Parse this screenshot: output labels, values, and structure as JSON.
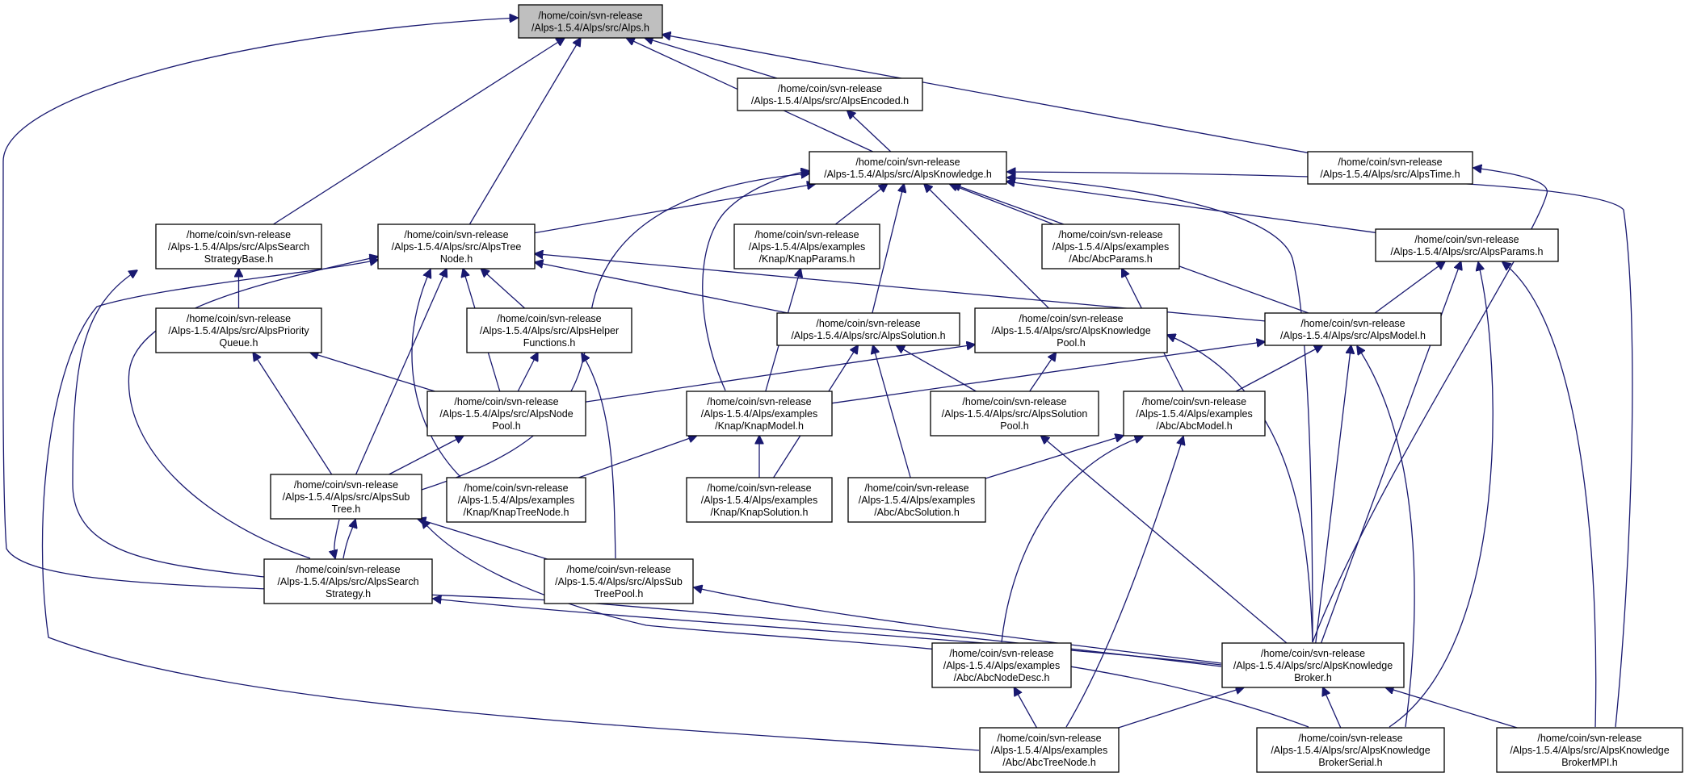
{
  "diagram": {
    "type": "include-dependency-graph",
    "colors": {
      "edge": "#191970",
      "root_fill": "#bfbfbf",
      "node_fill": "#ffffff",
      "border": "#000000"
    },
    "nodes": [
      {
        "id": "alps",
        "lines": [
          "/home/coin/svn-release",
          "/Alps-1.5.4/Alps/src/Alps.h"
        ],
        "root": true
      },
      {
        "id": "encoded",
        "lines": [
          "/home/coin/svn-release",
          "/Alps-1.5.4/Alps/src/AlpsEncoded.h"
        ]
      },
      {
        "id": "knowledge",
        "lines": [
          "/home/coin/svn-release",
          "/Alps-1.5.4/Alps/src/AlpsKnowledge.h"
        ]
      },
      {
        "id": "time",
        "lines": [
          "/home/coin/svn-release",
          "/Alps-1.5.4/Alps/src/AlpsTime.h"
        ]
      },
      {
        "id": "searchstrategybase",
        "lines": [
          "/home/coin/svn-release",
          "/Alps-1.5.4/Alps/src/AlpsSearch",
          "StrategyBase.h"
        ]
      },
      {
        "id": "treenode",
        "lines": [
          "/home/coin/svn-release",
          "/Alps-1.5.4/Alps/src/AlpsTree",
          "Node.h"
        ]
      },
      {
        "id": "knapparams",
        "lines": [
          "/home/coin/svn-release",
          "/Alps-1.5.4/Alps/examples",
          "/Knap/KnapParams.h"
        ]
      },
      {
        "id": "abcparams",
        "lines": [
          "/home/coin/svn-release",
          "/Alps-1.5.4/Alps/examples",
          "/Abc/AbcParams.h"
        ]
      },
      {
        "id": "params",
        "lines": [
          "/home/coin/svn-release",
          "/Alps-1.5.4/Alps/src/AlpsParams.h"
        ]
      },
      {
        "id": "priorityqueue",
        "lines": [
          "/home/coin/svn-release",
          "/Alps-1.5.4/Alps/src/AlpsPriority",
          "Queue.h"
        ]
      },
      {
        "id": "helperfunctions",
        "lines": [
          "/home/coin/svn-release",
          "/Alps-1.5.4/Alps/src/AlpsHelper",
          "Functions.h"
        ]
      },
      {
        "id": "solution",
        "lines": [
          "/home/coin/svn-release",
          "/Alps-1.5.4/Alps/src/AlpsSolution.h"
        ]
      },
      {
        "id": "knowledgepool",
        "lines": [
          "/home/coin/svn-release",
          "/Alps-1.5.4/Alps/src/AlpsKnowledge",
          "Pool.h"
        ]
      },
      {
        "id": "model",
        "lines": [
          "/home/coin/svn-release",
          "/Alps-1.5.4/Alps/src/AlpsModel.h"
        ]
      },
      {
        "id": "nodepool",
        "lines": [
          "/home/coin/svn-release",
          "/Alps-1.5.4/Alps/src/AlpsNode",
          "Pool.h"
        ]
      },
      {
        "id": "knapmodel",
        "lines": [
          "/home/coin/svn-release",
          "/Alps-1.5.4/Alps/examples",
          "/Knap/KnapModel.h"
        ]
      },
      {
        "id": "solutionpool",
        "lines": [
          "/home/coin/svn-release",
          "/Alps-1.5.4/Alps/src/AlpsSolution",
          "Pool.h"
        ]
      },
      {
        "id": "abcmodel",
        "lines": [
          "/home/coin/svn-release",
          "/Alps-1.5.4/Alps/examples",
          "/Abc/AbcModel.h"
        ]
      },
      {
        "id": "subtree",
        "lines": [
          "/home/coin/svn-release",
          "/Alps-1.5.4/Alps/src/AlpsSub",
          "Tree.h"
        ]
      },
      {
        "id": "knaptreenode",
        "lines": [
          "/home/coin/svn-release",
          "/Alps-1.5.4/Alps/examples",
          "/Knap/KnapTreeNode.h"
        ]
      },
      {
        "id": "knapsolution",
        "lines": [
          "/home/coin/svn-release",
          "/Alps-1.5.4/Alps/examples",
          "/Knap/KnapSolution.h"
        ]
      },
      {
        "id": "abcsolution",
        "lines": [
          "/home/coin/svn-release",
          "/Alps-1.5.4/Alps/examples",
          "/Abc/AbcSolution.h"
        ]
      },
      {
        "id": "searchstrategy",
        "lines": [
          "/home/coin/svn-release",
          "/Alps-1.5.4/Alps/src/AlpsSearch",
          "Strategy.h"
        ]
      },
      {
        "id": "subtreepool",
        "lines": [
          "/home/coin/svn-release",
          "/Alps-1.5.4/Alps/src/AlpsSub",
          "TreePool.h"
        ]
      },
      {
        "id": "abcnodedesc",
        "lines": [
          "/home/coin/svn-release",
          "/Alps-1.5.4/Alps/examples",
          "/Abc/AbcNodeDesc.h"
        ]
      },
      {
        "id": "knowledgebroker",
        "lines": [
          "/home/coin/svn-release",
          "/Alps-1.5.4/Alps/src/AlpsKnowledge",
          "Broker.h"
        ]
      },
      {
        "id": "abctreenode",
        "lines": [
          "/home/coin/svn-release",
          "/Alps-1.5.4/Alps/examples",
          "/Abc/AbcTreeNode.h"
        ]
      },
      {
        "id": "brokerserial",
        "lines": [
          "/home/coin/svn-release",
          "/Alps-1.5.4/Alps/src/AlpsKnowledge",
          "BrokerSerial.h"
        ]
      },
      {
        "id": "brokermpi",
        "lines": [
          "/home/coin/svn-release",
          "/Alps-1.5.4/Alps/src/AlpsKnowledge",
          "BrokerMPI.h"
        ]
      }
    ],
    "edges": [
      [
        "encoded",
        "alps"
      ],
      [
        "knowledge",
        "alps"
      ],
      [
        "time",
        "alps"
      ],
      [
        "searchstrategybase",
        "alps"
      ],
      [
        "treenode",
        "alps"
      ],
      [
        "knowledgebroker",
        "alps"
      ],
      [
        "knowledge",
        "encoded"
      ],
      [
        "treenode",
        "knowledge"
      ],
      [
        "knapparams",
        "knowledge"
      ],
      [
        "abcparams",
        "knowledge"
      ],
      [
        "params",
        "knowledge"
      ],
      [
        "solution",
        "knowledge"
      ],
      [
        "knowledgepool",
        "knowledge"
      ],
      [
        "model",
        "knowledge"
      ],
      [
        "knapmodel",
        "knowledge"
      ],
      [
        "subtree",
        "knowledge"
      ],
      [
        "knowledgebroker",
        "knowledge"
      ],
      [
        "brokermpi",
        "knowledge"
      ],
      [
        "knowledgebroker",
        "time"
      ],
      [
        "priorityqueue",
        "searchstrategybase"
      ],
      [
        "searchstrategy",
        "searchstrategybase"
      ],
      [
        "helperfunctions",
        "treenode"
      ],
      [
        "solution",
        "treenode"
      ],
      [
        "model",
        "treenode"
      ],
      [
        "nodepool",
        "treenode"
      ],
      [
        "subtree",
        "treenode"
      ],
      [
        "knaptreenode",
        "treenode"
      ],
      [
        "searchstrategy",
        "treenode"
      ],
      [
        "abctreenode",
        "treenode"
      ],
      [
        "knapmodel",
        "knapparams"
      ],
      [
        "abcmodel",
        "abcparams"
      ],
      [
        "model",
        "params"
      ],
      [
        "knowledgebroker",
        "params"
      ],
      [
        "brokerserial",
        "params"
      ],
      [
        "brokermpi",
        "params"
      ],
      [
        "nodepool",
        "priorityqueue"
      ],
      [
        "subtree",
        "priorityqueue"
      ],
      [
        "nodepool",
        "helperfunctions"
      ],
      [
        "subtreepool",
        "helperfunctions"
      ],
      [
        "solutionpool",
        "solution"
      ],
      [
        "knapsolution",
        "solution"
      ],
      [
        "abcsolution",
        "solution"
      ],
      [
        "nodepool",
        "knowledgepool"
      ],
      [
        "solutionpool",
        "knowledgepool"
      ],
      [
        "knowledgebroker",
        "knowledgepool"
      ],
      [
        "knapmodel",
        "model"
      ],
      [
        "abcmodel",
        "model"
      ],
      [
        "knowledgebroker",
        "model"
      ],
      [
        "brokerserial",
        "model"
      ],
      [
        "subtree",
        "nodepool"
      ],
      [
        "knaptreenode",
        "knapmodel"
      ],
      [
        "knapsolution",
        "knapmodel"
      ],
      [
        "knowledgebroker",
        "solutionpool"
      ],
      [
        "abcsolution",
        "abcmodel"
      ],
      [
        "abcnodedesc",
        "abcmodel"
      ],
      [
        "abctreenode",
        "abcmodel"
      ],
      [
        "searchstrategy",
        "subtree"
      ],
      [
        "subtree",
        "searchstrategy"
      ],
      [
        "subtreepool",
        "subtree"
      ],
      [
        "brokerserial",
        "subtree"
      ],
      [
        "knowledgebroker",
        "searchstrategy"
      ],
      [
        "knowledgebroker",
        "subtreepool"
      ],
      [
        "abctreenode",
        "abcnodedesc"
      ],
      [
        "abctreenode",
        "knowledgebroker"
      ],
      [
        "brokerserial",
        "knowledgebroker"
      ],
      [
        "brokermpi",
        "knowledgebroker"
      ]
    ]
  }
}
